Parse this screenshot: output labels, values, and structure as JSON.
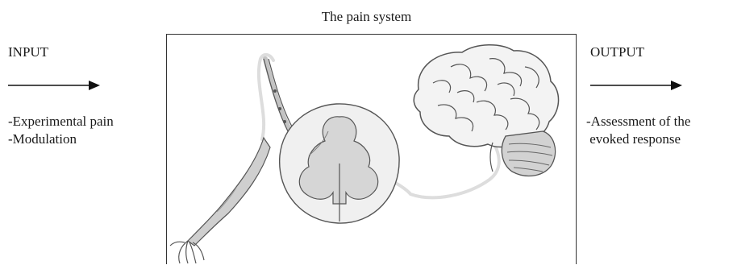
{
  "title": "The pain system",
  "input": {
    "heading": "INPUT",
    "items": [
      "-Experimental pain",
      "-Modulation"
    ]
  },
  "output": {
    "heading": "OUTPUT",
    "items": [
      "-Assessment of the",
      " evoked response"
    ]
  },
  "colors": {
    "outline": "#555555",
    "fill_light": "#eeeeee",
    "fill_mid": "#cfcfcf",
    "nerve": "#dddddd"
  }
}
